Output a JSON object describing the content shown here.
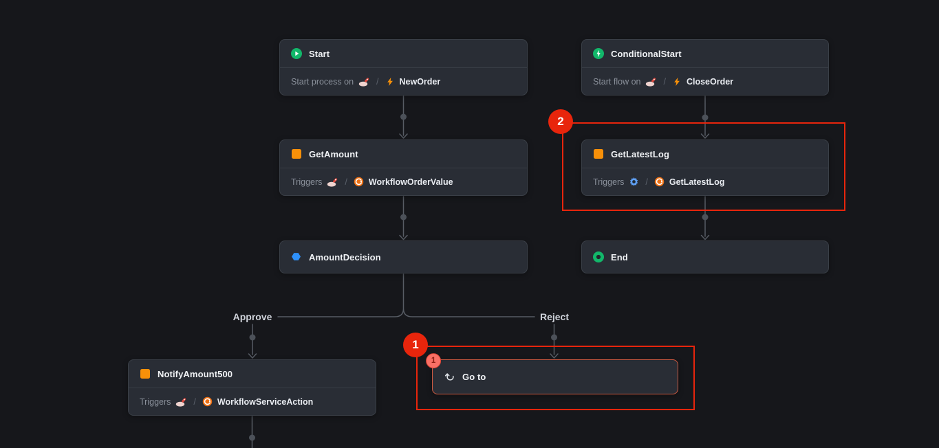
{
  "canvas": {
    "type": "workflow-editor"
  },
  "colors": {
    "background": "#16171b",
    "node_bg": "#292d35",
    "node_border": "#3a3f47",
    "title_text": "#f0f2f5",
    "muted_text": "#8a909a",
    "edge": "#575c64",
    "green": "#12b76a",
    "orange": "#f79009",
    "blue": "#2e90fa",
    "service_orange": "#ed7014",
    "annotation_red": "#e8250c",
    "badge_bg": "#f97066",
    "goto_border": "#cf5b42"
  },
  "nodes": {
    "start": {
      "title": "Start",
      "subtitle_prefix": "Start process on",
      "separator": "/",
      "entity": "NewOrder"
    },
    "conditional_start": {
      "title": "ConditionalStart",
      "subtitle_prefix": "Start flow on",
      "separator": "/",
      "entity": "CloseOrder"
    },
    "get_amount": {
      "title": "GetAmount",
      "subtitle_prefix": "Triggers",
      "separator": "/",
      "entity": "WorkflowOrderValue"
    },
    "get_latest_log": {
      "title": "GetLatestLog",
      "subtitle_prefix": "Triggers",
      "separator": "/",
      "entity": "GetLatestLog"
    },
    "amount_decision": {
      "title": "AmountDecision"
    },
    "end": {
      "title": "End"
    },
    "notify_amount_500": {
      "title": "NotifyAmount500",
      "subtitle_prefix": "Triggers",
      "separator": "/",
      "entity": "WorkflowServiceAction"
    },
    "goto": {
      "title": "Go to",
      "badge": "1"
    }
  },
  "edge_labels": {
    "approve": "Approve",
    "reject": "Reject"
  },
  "annotations": [
    {
      "number": "1"
    },
    {
      "number": "2"
    }
  ]
}
